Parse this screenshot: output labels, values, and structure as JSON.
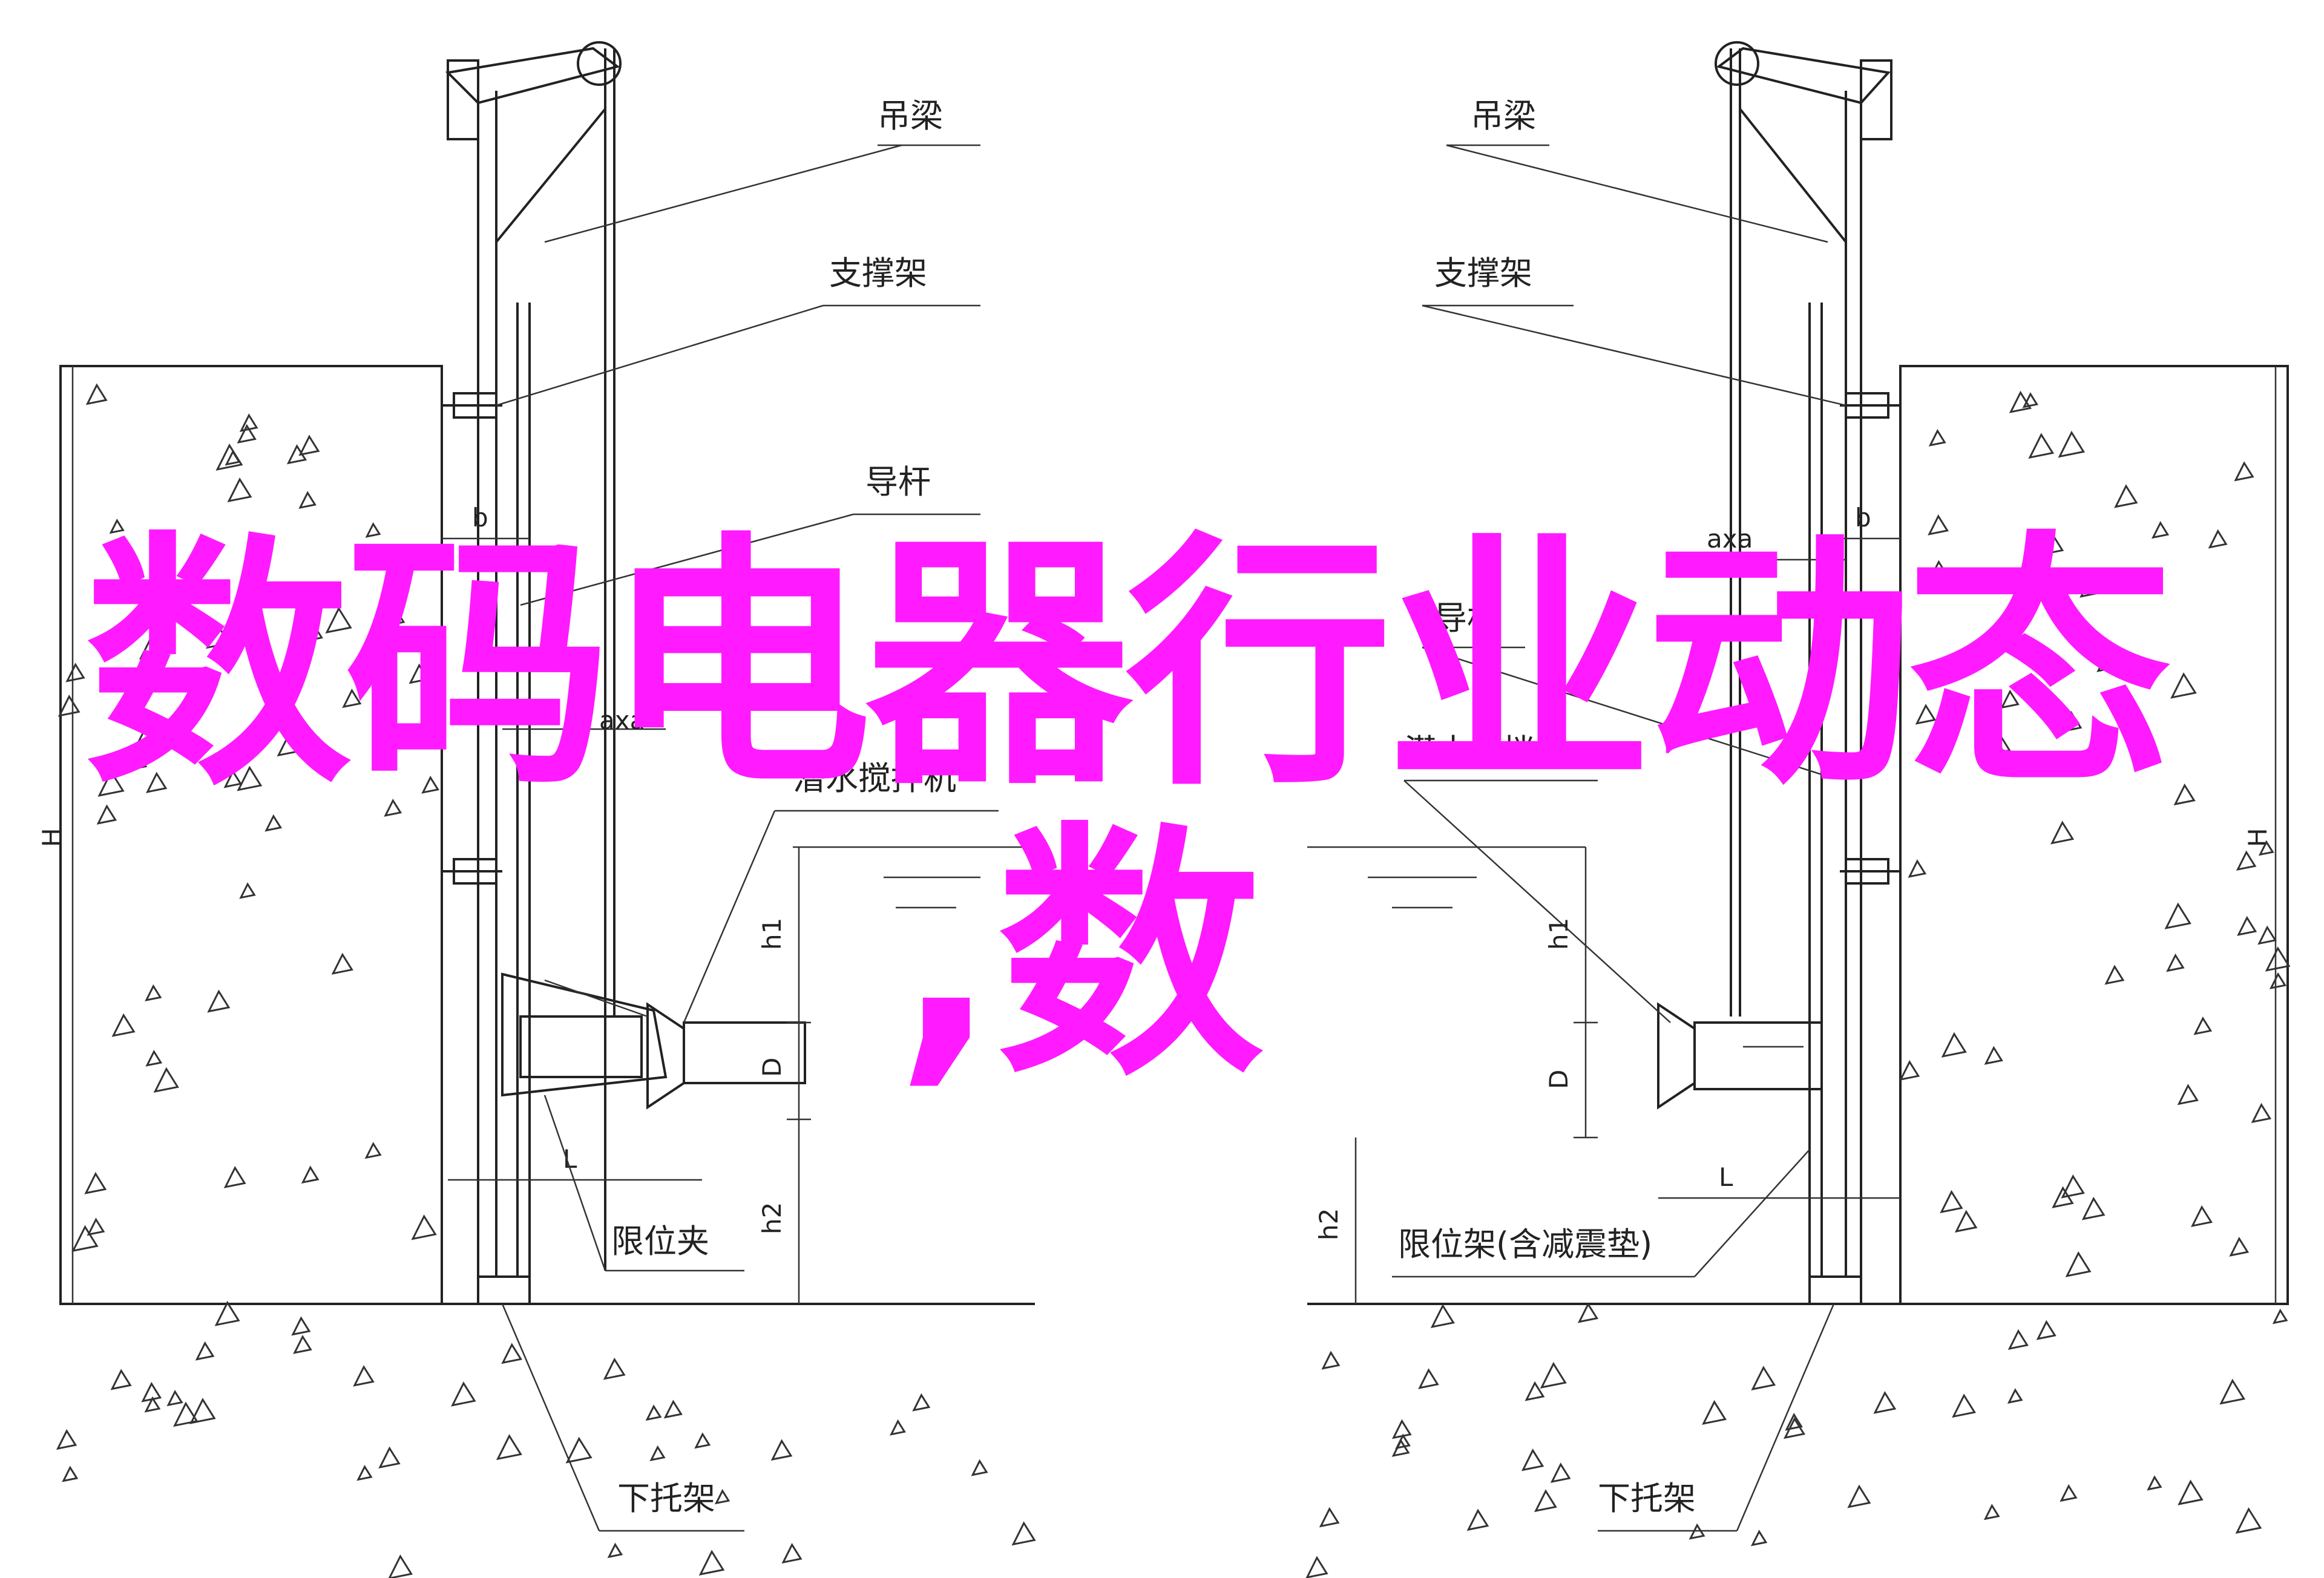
{
  "overlay": {
    "line1": "数码电器行业动态",
    "line2": ",数"
  },
  "left_diagram": {
    "labels": {
      "beam": "吊梁",
      "bracket": "支撑架",
      "guide_rod": "导杆",
      "mixer": "潜水搅拌机",
      "limit": "限位夹",
      "bottom_bracket": "下托架"
    },
    "dims": {
      "b": "b",
      "axa": "axa",
      "H": "H",
      "h1": "h1",
      "h2": "h2",
      "D": "D",
      "L": "L"
    }
  },
  "right_diagram": {
    "labels": {
      "beam": "吊梁",
      "bracket": "支撑架",
      "guide_rod": "导杆",
      "mixer": "潜水搅拌机",
      "limit": "限位架(含减震垫)",
      "bottom_bracket": "下托架"
    },
    "dims": {
      "b": "b",
      "axa": "axa",
      "H": "H",
      "h1": "h1",
      "h2": "h2",
      "D": "D",
      "L": "L"
    }
  },
  "colors": {
    "headline": "#ff1aff",
    "line": "#222222",
    "background": "#ffffff"
  }
}
